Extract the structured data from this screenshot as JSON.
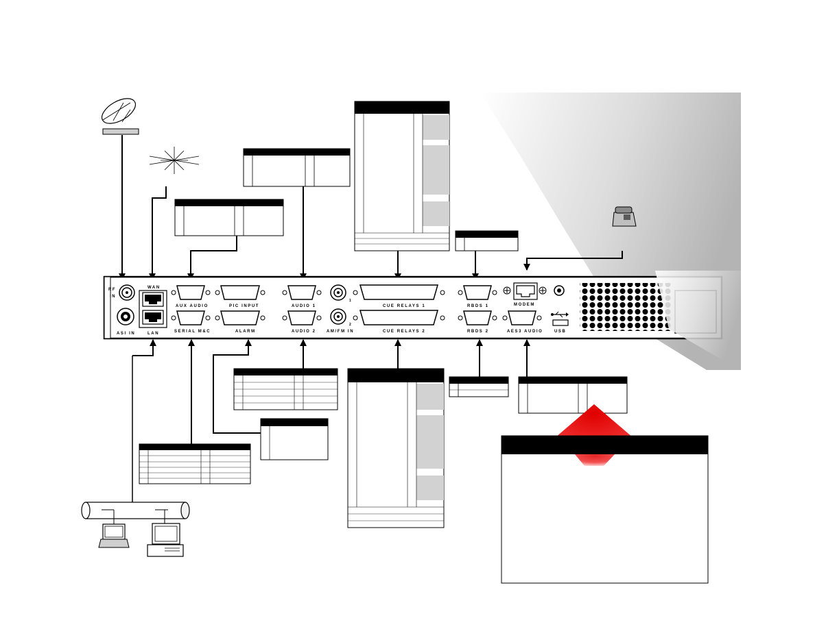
{
  "colors": {
    "panel_fill": "#ffffff",
    "line": "#000000",
    "table_shade": "#d2d2d2",
    "note_header": "#000000",
    "warning_red": "#e00000",
    "gradient_gray": "#b8b8b8"
  },
  "panel": {
    "rf_in": [
      "RF",
      "IN"
    ],
    "asi_in": "ASI IN",
    "wan": "WAN",
    "lan": "LAN",
    "aux_audio": "AUX AUDIO",
    "serial_mc": "SERIAL M&C",
    "pic_input": "PIC INPUT",
    "alarm": "ALARM",
    "audio_1": "AUDIO 1",
    "audio_2": "AUDIO 2",
    "bnc_1": "1",
    "bnc_2": "2",
    "am_fm_in": "AM/FM IN",
    "cue_relays_1": "CUE RELAYS 1",
    "cue_relays_2": "CUE RELAYS 2",
    "rbds_1": "RBDS 1",
    "rbds_2": "RBDS 2",
    "modem": "MODEM",
    "aes3_audio": "AES3 AUDIO",
    "usb": "USB"
  },
  "icons": [
    "satellite-dish-icon",
    "antenna-star-icon",
    "telephone-icon",
    "laptop-icon",
    "desktop-computer-icon",
    "network-cable-icon",
    "warning-triangle-icon"
  ]
}
